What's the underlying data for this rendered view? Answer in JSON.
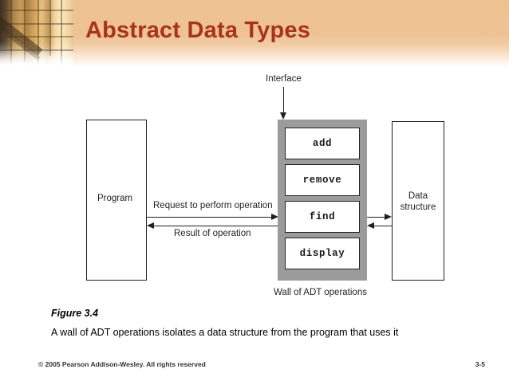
{
  "slide": {
    "title": "Abstract Data Types"
  },
  "diagram": {
    "interface_label": "Interface",
    "program_label": "Program",
    "data_structure_label": "Data structure",
    "wall_label": "Wall of ADT operations",
    "request_arrow_label": "Request to perform operation",
    "result_arrow_label": "Result of operation",
    "operations": [
      {
        "name": "add"
      },
      {
        "name": "remove"
      },
      {
        "name": "find"
      },
      {
        "name": "display"
      }
    ]
  },
  "caption": {
    "figure_number": "Figure 3.4",
    "text": "A wall of ADT operations isolates a data structure from the program that uses it"
  },
  "footer": {
    "copyright": "© 2005 Pearson Addison-Wesley. All rights reserved",
    "page_number": "3-5"
  },
  "colors": {
    "header_background": "#eec296",
    "title_text": "#a8341c",
    "wall_gray": "#9b9b9b",
    "diagram_stroke": "#231f20"
  }
}
